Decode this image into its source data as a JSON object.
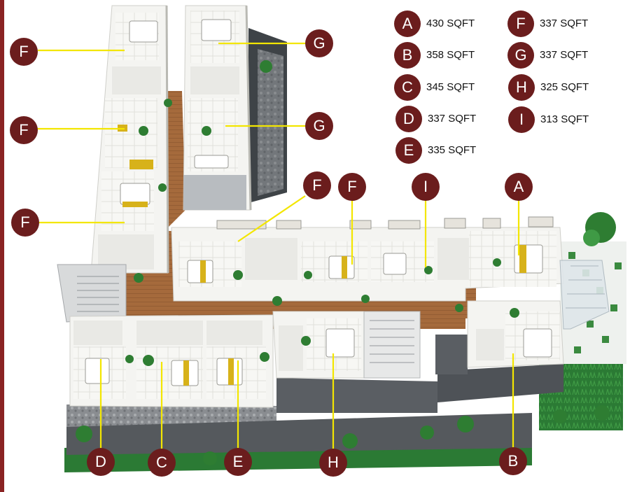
{
  "colors": {
    "marker": "#6b1d1d",
    "leader": "#f3e600",
    "wall": "#f2f2f2",
    "floor": "#a86a3e",
    "bed_accent": "#d7b21a",
    "plant": "#2e7d32",
    "stone": "#7f8286",
    "grass": "#1f6b2b"
  },
  "legend": [
    {
      "letter": "A",
      "size": "430 SQFT"
    },
    {
      "letter": "B",
      "size": "358 SQFT"
    },
    {
      "letter": "C",
      "size": "345 SQFT"
    },
    {
      "letter": "D",
      "size": "337 SQFT"
    },
    {
      "letter": "E",
      "size": "335 SQFT"
    },
    {
      "letter": "F",
      "size": "337 SQFT"
    },
    {
      "letter": "G",
      "size": "337 SQFT"
    },
    {
      "letter": "H",
      "size": "325 SQFT"
    },
    {
      "letter": "I",
      "size": "313 SQFT"
    }
  ],
  "callouts": [
    {
      "id": "f1",
      "letter": "F"
    },
    {
      "id": "f2",
      "letter": "F"
    },
    {
      "id": "f3",
      "letter": "F"
    },
    {
      "id": "g1",
      "letter": "G"
    },
    {
      "id": "g2",
      "letter": "G"
    },
    {
      "id": "f4",
      "letter": "F"
    },
    {
      "id": "f5",
      "letter": "F"
    },
    {
      "id": "i1",
      "letter": "I"
    },
    {
      "id": "a1",
      "letter": "A"
    },
    {
      "id": "d1",
      "letter": "D"
    },
    {
      "id": "c1",
      "letter": "C"
    },
    {
      "id": "e1",
      "letter": "E"
    },
    {
      "id": "h1",
      "letter": "H"
    },
    {
      "id": "b1",
      "letter": "B"
    }
  ]
}
